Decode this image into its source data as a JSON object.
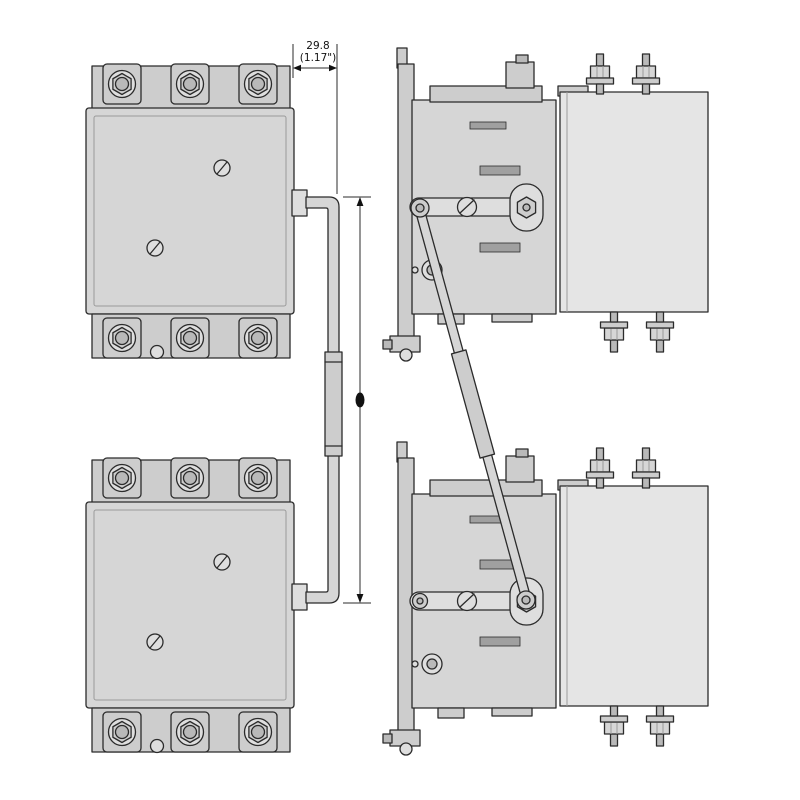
{
  "diagram": {
    "type": "mechanical-interlock-technical-drawing",
    "views": {
      "left": "front-view-two-breakers-with-vertical-interlock-rod",
      "right": "side-view-two-breakers-with-diagonal-interlock-rod"
    }
  },
  "dimension": {
    "mm": "29.8",
    "inch": "(1.17\")"
  },
  "colors": {
    "background": "#ffffff",
    "outline": "#2b2b2b",
    "breaker_body": "#d6d6d6",
    "terminal_block": "#cdcdcd",
    "side_panel": "#e5e5e5",
    "dimension_marker": "#111111"
  }
}
